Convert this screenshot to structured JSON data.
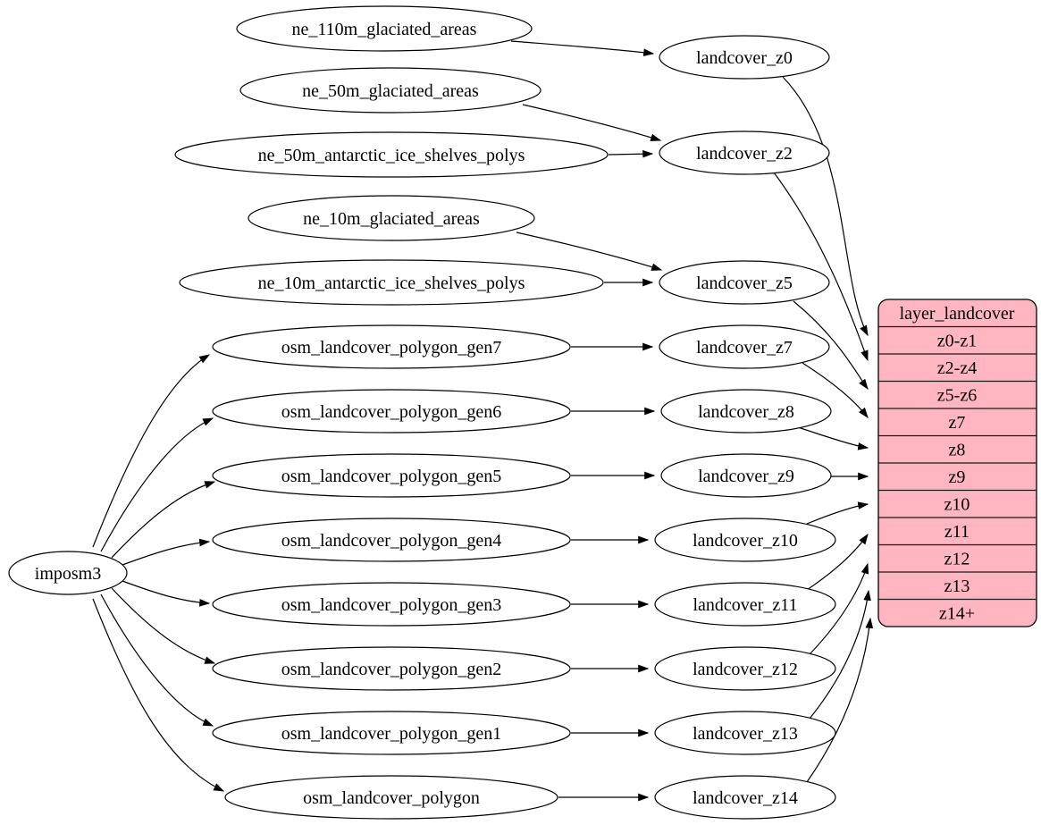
{
  "diagram": {
    "kind": "graphviz-dataflow",
    "colors": {
      "background": "#ffffff",
      "node_fill": "#ffffff",
      "node_stroke": "#000000",
      "edge_stroke": "#000000",
      "table_fill": "#ffb6c1",
      "table_stroke": "#000000"
    },
    "nodes": {
      "imposm3": "imposm3",
      "ne110m": "ne_110m_glaciated_areas",
      "ne50m": "ne_50m_glaciated_areas",
      "ne50m_ant": "ne_50m_antarctic_ice_shelves_polys",
      "ne10m": "ne_10m_glaciated_areas",
      "ne10m_ant": "ne_10m_antarctic_ice_shelves_polys",
      "gen7": "osm_landcover_polygon_gen7",
      "gen6": "osm_landcover_polygon_gen6",
      "gen5": "osm_landcover_polygon_gen5",
      "gen4": "osm_landcover_polygon_gen4",
      "gen3": "osm_landcover_polygon_gen3",
      "gen2": "osm_landcover_polygon_gen2",
      "gen1": "osm_landcover_polygon_gen1",
      "poly": "osm_landcover_polygon",
      "z0": "landcover_z0",
      "z2": "landcover_z2",
      "z5": "landcover_z5",
      "z7": "landcover_z7",
      "z8": "landcover_z8",
      "z9": "landcover_z9",
      "z10": "landcover_z10",
      "z11": "landcover_z11",
      "z12": "landcover_z12",
      "z13": "landcover_z13",
      "z14": "landcover_z14"
    },
    "table": {
      "title": "layer_landcover",
      "rows": [
        "z0-z1",
        "z2-z4",
        "z5-z6",
        "z7",
        "z8",
        "z9",
        "z10",
        "z11",
        "z12",
        "z13",
        "z14+"
      ]
    },
    "edges": [
      {
        "from": "imposm3",
        "to": "osm_landcover_polygon_gen7"
      },
      {
        "from": "imposm3",
        "to": "osm_landcover_polygon_gen6"
      },
      {
        "from": "imposm3",
        "to": "osm_landcover_polygon_gen5"
      },
      {
        "from": "imposm3",
        "to": "osm_landcover_polygon_gen4"
      },
      {
        "from": "imposm3",
        "to": "osm_landcover_polygon_gen3"
      },
      {
        "from": "imposm3",
        "to": "osm_landcover_polygon_gen2"
      },
      {
        "from": "imposm3",
        "to": "osm_landcover_polygon_gen1"
      },
      {
        "from": "imposm3",
        "to": "osm_landcover_polygon"
      },
      {
        "from": "ne_110m_glaciated_areas",
        "to": "landcover_z0"
      },
      {
        "from": "ne_50m_glaciated_areas",
        "to": "landcover_z2"
      },
      {
        "from": "ne_50m_antarctic_ice_shelves_polys",
        "to": "landcover_z2"
      },
      {
        "from": "ne_10m_glaciated_areas",
        "to": "landcover_z5"
      },
      {
        "from": "ne_10m_antarctic_ice_shelves_polys",
        "to": "landcover_z5"
      },
      {
        "from": "osm_landcover_polygon_gen7",
        "to": "landcover_z7"
      },
      {
        "from": "osm_landcover_polygon_gen6",
        "to": "landcover_z8"
      },
      {
        "from": "osm_landcover_polygon_gen5",
        "to": "landcover_z9"
      },
      {
        "from": "osm_landcover_polygon_gen4",
        "to": "landcover_z10"
      },
      {
        "from": "osm_landcover_polygon_gen3",
        "to": "landcover_z11"
      },
      {
        "from": "osm_landcover_polygon_gen2",
        "to": "landcover_z12"
      },
      {
        "from": "osm_landcover_polygon_gen1",
        "to": "landcover_z13"
      },
      {
        "from": "osm_landcover_polygon",
        "to": "landcover_z14"
      },
      {
        "from": "landcover_z0",
        "to": "layer_landcover:z0-z1"
      },
      {
        "from": "landcover_z2",
        "to": "layer_landcover:z2-z4"
      },
      {
        "from": "landcover_z5",
        "to": "layer_landcover:z5-z6"
      },
      {
        "from": "landcover_z7",
        "to": "layer_landcover:z7"
      },
      {
        "from": "landcover_z8",
        "to": "layer_landcover:z8"
      },
      {
        "from": "landcover_z9",
        "to": "layer_landcover:z9"
      },
      {
        "from": "landcover_z10",
        "to": "layer_landcover:z10"
      },
      {
        "from": "landcover_z11",
        "to": "layer_landcover:z11"
      },
      {
        "from": "landcover_z12",
        "to": "layer_landcover:z12"
      },
      {
        "from": "landcover_z13",
        "to": "layer_landcover:z13"
      },
      {
        "from": "landcover_z14",
        "to": "layer_landcover:z14+"
      }
    ]
  }
}
